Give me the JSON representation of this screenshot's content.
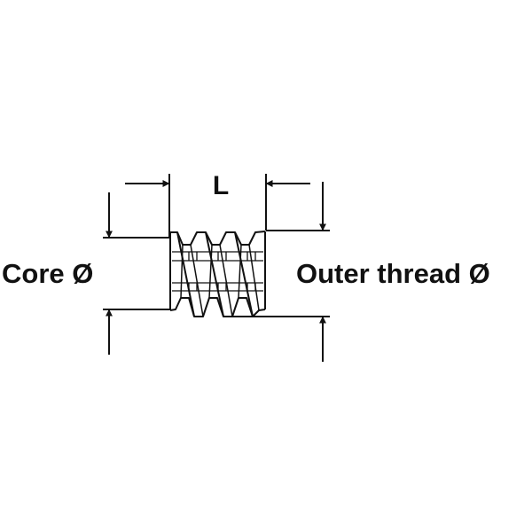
{
  "diagram": {
    "length_label": "L",
    "core_label": "Core Ø",
    "outer_label": "Outer thread Ø"
  },
  "colors": {
    "line": "#111111",
    "background": "#ffffff"
  },
  "icons": {
    "arrowhead": "filled-triangle-arrowhead"
  }
}
